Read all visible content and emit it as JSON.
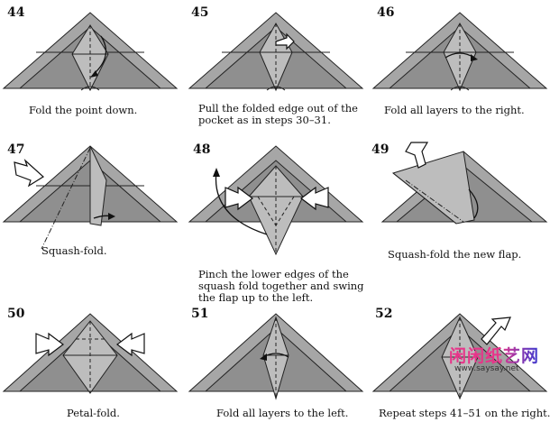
{
  "steps": [
    {
      "number": "44",
      "caption": [
        "Fold the point down."
      ]
    },
    {
      "number": "45",
      "caption": [
        "Pull the folded edge out of the",
        "pocket as in steps 30–31."
      ]
    },
    {
      "number": "46",
      "caption": [
        "Fold all layers to the right."
      ]
    },
    {
      "number": "47",
      "caption": [
        "Squash-fold."
      ]
    },
    {
      "number": "48",
      "caption": [
        "Pinch the lower edges of the",
        "squash fold together and swing",
        "the flap up to the left."
      ]
    },
    {
      "number": "49",
      "caption": [
        "Squash-fold the new flap."
      ]
    },
    {
      "number": "50",
      "caption": [
        "Petal-fold."
      ]
    },
    {
      "number": "51",
      "caption": [
        "Fold all layers to the left."
      ]
    },
    {
      "number": "52",
      "caption": [
        "Repeat steps 41–51 on the right."
      ]
    }
  ],
  "watermark": {
    "logo_text": "闲闲纸艺网",
    "url": "www.saysay.net"
  },
  "colors": {
    "paper": "#a6a6a6",
    "paper_dark": "#8f8f8f",
    "ink": "#222222",
    "watermark_pink": "#e8348a"
  }
}
